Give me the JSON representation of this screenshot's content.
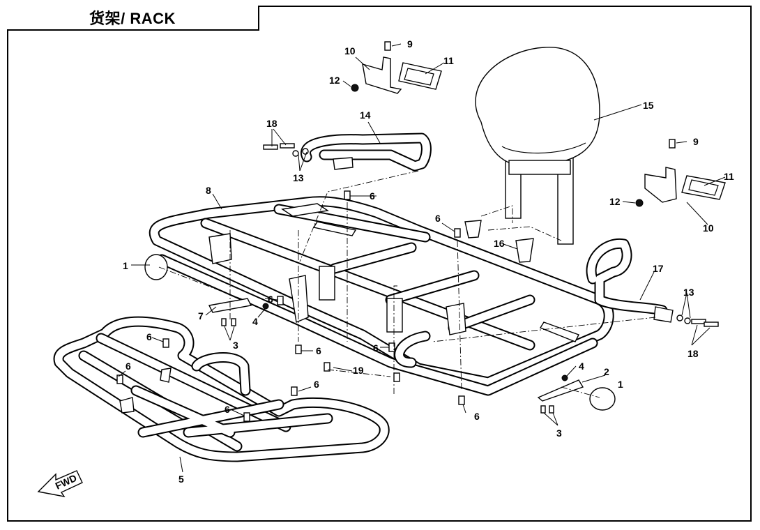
{
  "title": "货架/ RACK",
  "fwd_label": "FWD",
  "callouts": [
    "1",
    "2",
    "3",
    "4",
    "5",
    "6",
    "7",
    "8",
    "9",
    "10",
    "11",
    "12",
    "13",
    "14",
    "15",
    "16",
    "17",
    "18",
    "19"
  ]
}
